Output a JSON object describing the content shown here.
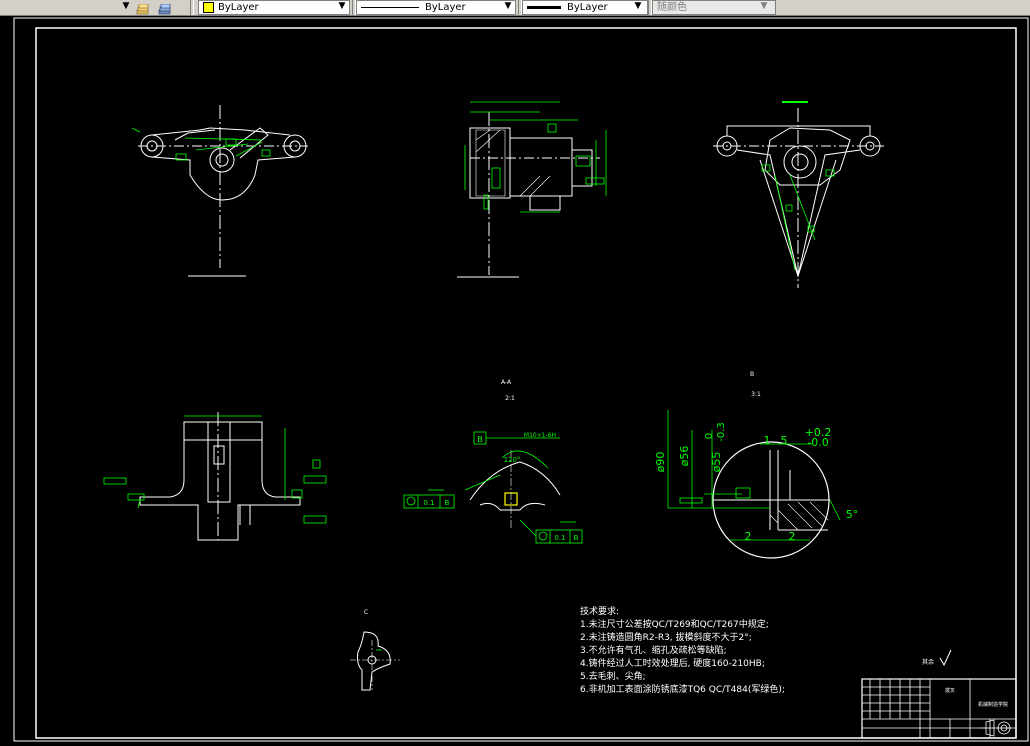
{
  "toolbar": {
    "color_layer": "ByLayer",
    "linetype_layer": "ByLayer",
    "lineweight_layer": "ByLayer",
    "plot_style": "随颜色"
  },
  "drawing": {
    "section_aa_label": "A-A",
    "section_aa_scale": "2:1",
    "detail_b_label": "B",
    "detail_b_scale": "3:1",
    "view_c_label": "C",
    "datum_b": "B",
    "thread_label": "M10×1-6H",
    "angle_120": "120°",
    "tol_position": "0.1",
    "tol_datum": "B",
    "dim_phi90": "ø90",
    "dim_phi56": "ø56",
    "dim_phi55": "ø55",
    "tol_upper_0": "0",
    "tol_lower_03": "-0.3",
    "dim_1": "1",
    "dim_5": "5",
    "tol_upper_02": "+0.2",
    "tol_lower_00": "-0.0",
    "dim_2a": "2",
    "dim_2b": "2",
    "angle_5": "5°",
    "roughness_rest": "其余"
  },
  "tech_requirements": {
    "title": "技术要求:",
    "items": [
      "1.未注尺寸公差按QC/T269和QC/T267中规定;",
      "2.未注铸造圆角R2-R3, 拔模斜度不大于2°;",
      "3.不允许有气孔、缩孔及疏松等缺陷;",
      "4.铸件经过人工时效处理后, 硬度160-210HB;",
      "5.去毛刺、尖角;",
      "6.非机加工表面涂防锈底漆TQ6 QC/T484(军绿色);"
    ]
  },
  "title_block": {
    "part_name": "拨叉",
    "company": "机械制造学院"
  },
  "colors": {
    "background": "#000000",
    "geometry": "#ffffff",
    "dimension": "#00ff00",
    "border": "#ffffff"
  }
}
